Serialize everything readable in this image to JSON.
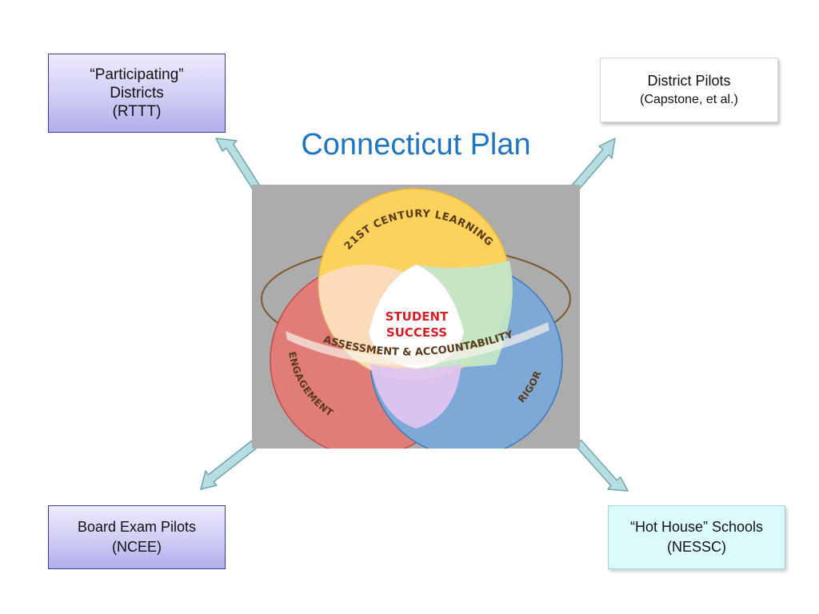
{
  "title": "Connecticut Plan",
  "boxes": {
    "top_left": {
      "line1": "“Participating”",
      "line2": "Districts",
      "line3": "(RTTT)"
    },
    "top_right": {
      "line1": "District Pilots",
      "line2": "(Capstone, et al.)"
    },
    "bottom_left": {
      "line1": "Board Exam Pilots",
      "line2": "(NCEE)"
    },
    "bottom_right": {
      "line1": "“Hot House” Schools",
      "line2": "(NESSC)"
    }
  },
  "venn": {
    "circles": [
      {
        "label": "21ST CENTURY LEARNING",
        "color": "#fbd35c"
      },
      {
        "label": "ENGAGEMENT",
        "color": "#e07d79"
      },
      {
        "label": "RIGOR",
        "color": "#7ea8d6"
      }
    ],
    "ring_label": "ASSESSMENT & ACCOUNTABILITY",
    "center_line1": "STUDENT",
    "center_line2": "SUCCESS",
    "center_color": "#d42027",
    "label_color": "#5a3a1a"
  },
  "colors": {
    "title": "#1f75c0",
    "arrow_fill": "#b5dde2",
    "arrow_stroke": "#6fa6ad",
    "panel": "#acacac"
  }
}
